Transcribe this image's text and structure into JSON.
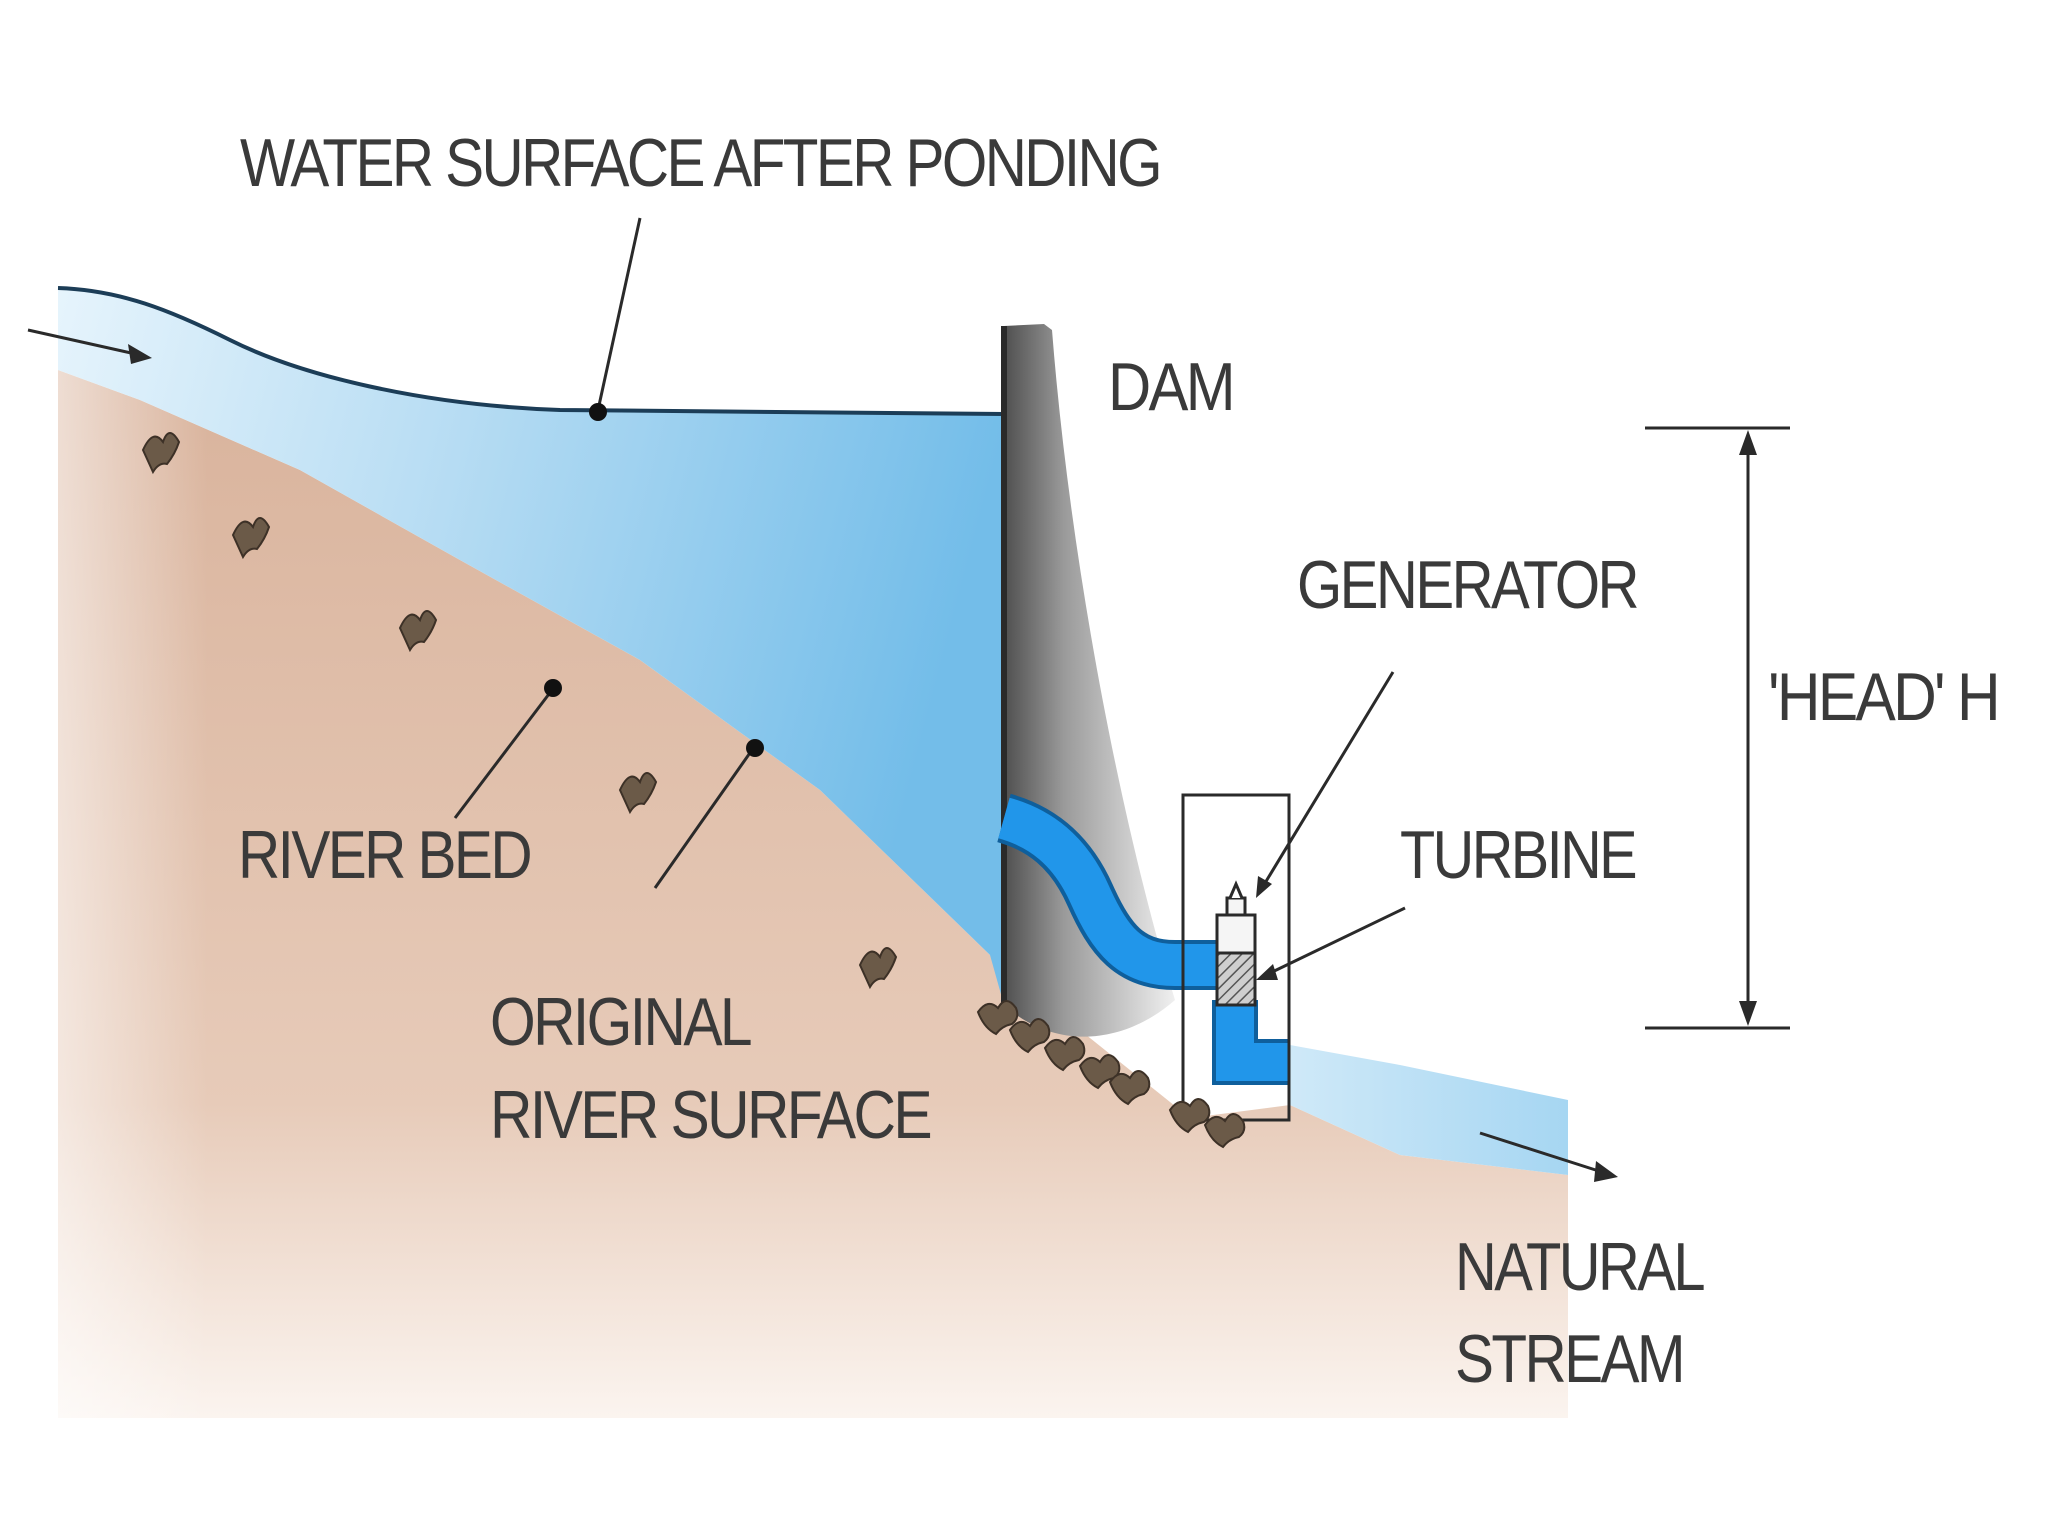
{
  "title": "",
  "labels": {
    "water_surface": "WATER SURFACE AFTER PONDING",
    "dam": "DAM",
    "generator": "GENERATOR",
    "head": "'HEAD' H",
    "turbine": "TURBINE",
    "river_bed": "RIVER BED",
    "original_river_surface_line1": "ORIGINAL",
    "original_river_surface_line2": "RIVER SURFACE",
    "natural_stream_line1": "NATURAL",
    "natural_stream_line2": "STREAM"
  },
  "colors": {
    "background": "#ffffff",
    "ground": "#dcb9a3",
    "water_light": "#d8eefb",
    "water_deep": "#7cc1ea",
    "dam_dark": "#5f5f5f",
    "dam_light": "#e4e4e4",
    "penstock": "#1f8fe0",
    "label_text": "#3a3a3a"
  },
  "icons": {
    "flow_in": "arrow-right-icon",
    "flow_out": "arrow-right-icon",
    "head_dimension": "double-arrow-vertical-icon"
  }
}
